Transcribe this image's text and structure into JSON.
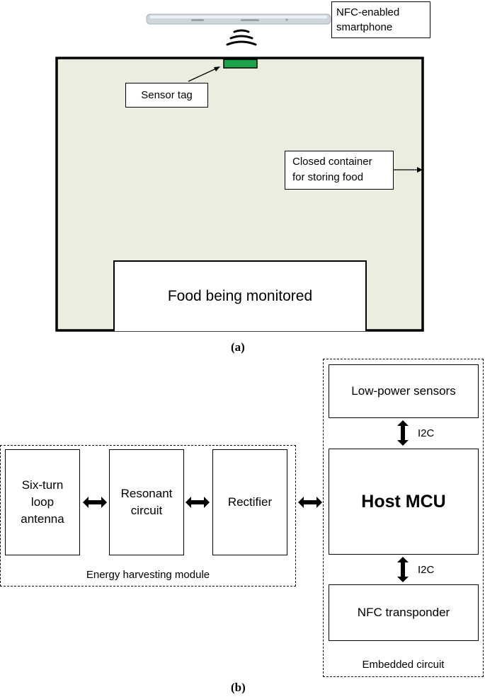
{
  "panel_a": {
    "phone_label": "NFC-enabled smartphone",
    "sensor_tag_label": "Sensor tag",
    "container_label": "Closed container for storing food",
    "food_label": "Food being monitored",
    "caption": "(a)",
    "colors": {
      "container_fill": "#eaeedf",
      "tag_fill": "#1aa34a",
      "phone_fill": "#d8dde3"
    }
  },
  "panel_b": {
    "blocks": {
      "antenna": "Six-turn loop antenna",
      "resonant": "Resonant circuit",
      "rectifier": "Rectifier",
      "sensors": "Low-power sensors",
      "mcu": "Host MCU",
      "nfc": "NFC transponder"
    },
    "bus_label_top": "I2C",
    "bus_label_bottom": "I2C",
    "energy_group_label": "Energy harvesting module",
    "embedded_group_label": "Embedded circuit",
    "caption": "(b)"
  }
}
